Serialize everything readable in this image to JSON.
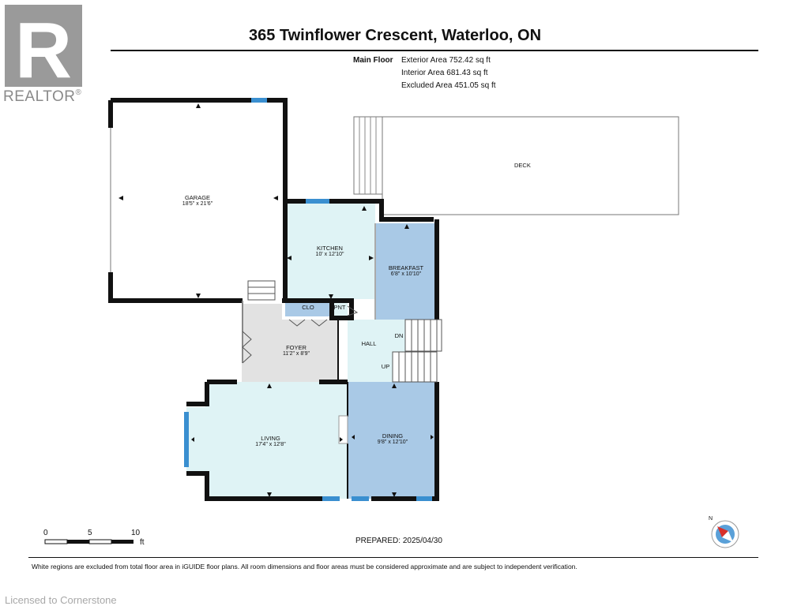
{
  "header": {
    "title": "365 Twinflower Crescent, Waterloo, ON",
    "floor_label": "Main Floor",
    "exterior_area": "Exterior Area 752.42 sq ft",
    "interior_area": "Interior Area 681.43 sq ft",
    "excluded_area": "Excluded Area 451.05 sq ft"
  },
  "brand": {
    "logo_letter": "R",
    "name": "REALTOR",
    "reg_mark": "®"
  },
  "rooms": {
    "garage": {
      "name": "GARAGE",
      "dims": "18'5\" x 21'6\""
    },
    "kitchen": {
      "name": "KITCHEN",
      "dims": "10' x 12'10\""
    },
    "breakfast": {
      "name": "BREAKFAST",
      "dims": "6'8\" x 10'10\""
    },
    "deck": {
      "name": "DECK"
    },
    "clo": {
      "name": "CLO"
    },
    "pnt": {
      "name": "PNT"
    },
    "foyer": {
      "name": "FOYER",
      "dims": "11'2\" x 8'9\""
    },
    "hall": {
      "name": "HALL"
    },
    "stairs_down": {
      "name": "DN"
    },
    "stairs_up": {
      "name": "UP"
    },
    "living": {
      "name": "LIVING",
      "dims": "17'4\" x 12'8\""
    },
    "dining": {
      "name": "DINING",
      "dims": "9'8\" x 12'10\""
    }
  },
  "scale_bar": {
    "labels": [
      "0",
      "5",
      "10"
    ],
    "unit": "ft"
  },
  "prepared": "PREPARED: 2025/04/30",
  "compass": {
    "label": "N"
  },
  "disclaimer": "White regions are excluded from total floor area in iGUIDE floor plans. All room dimensions and floor areas must be considered approximate and are subject to independent verification.",
  "watermark": "Licensed to Cornerstone",
  "colors": {
    "wall": "#111111",
    "window": "#3a8fd0",
    "kitchen_fill": "#dff3f5",
    "breakfast_fill": "#a9c9e6",
    "foyer_fill": "#e2e2e2",
    "living_fill": "#dff3f5",
    "dining_fill": "#a9c9e6"
  }
}
